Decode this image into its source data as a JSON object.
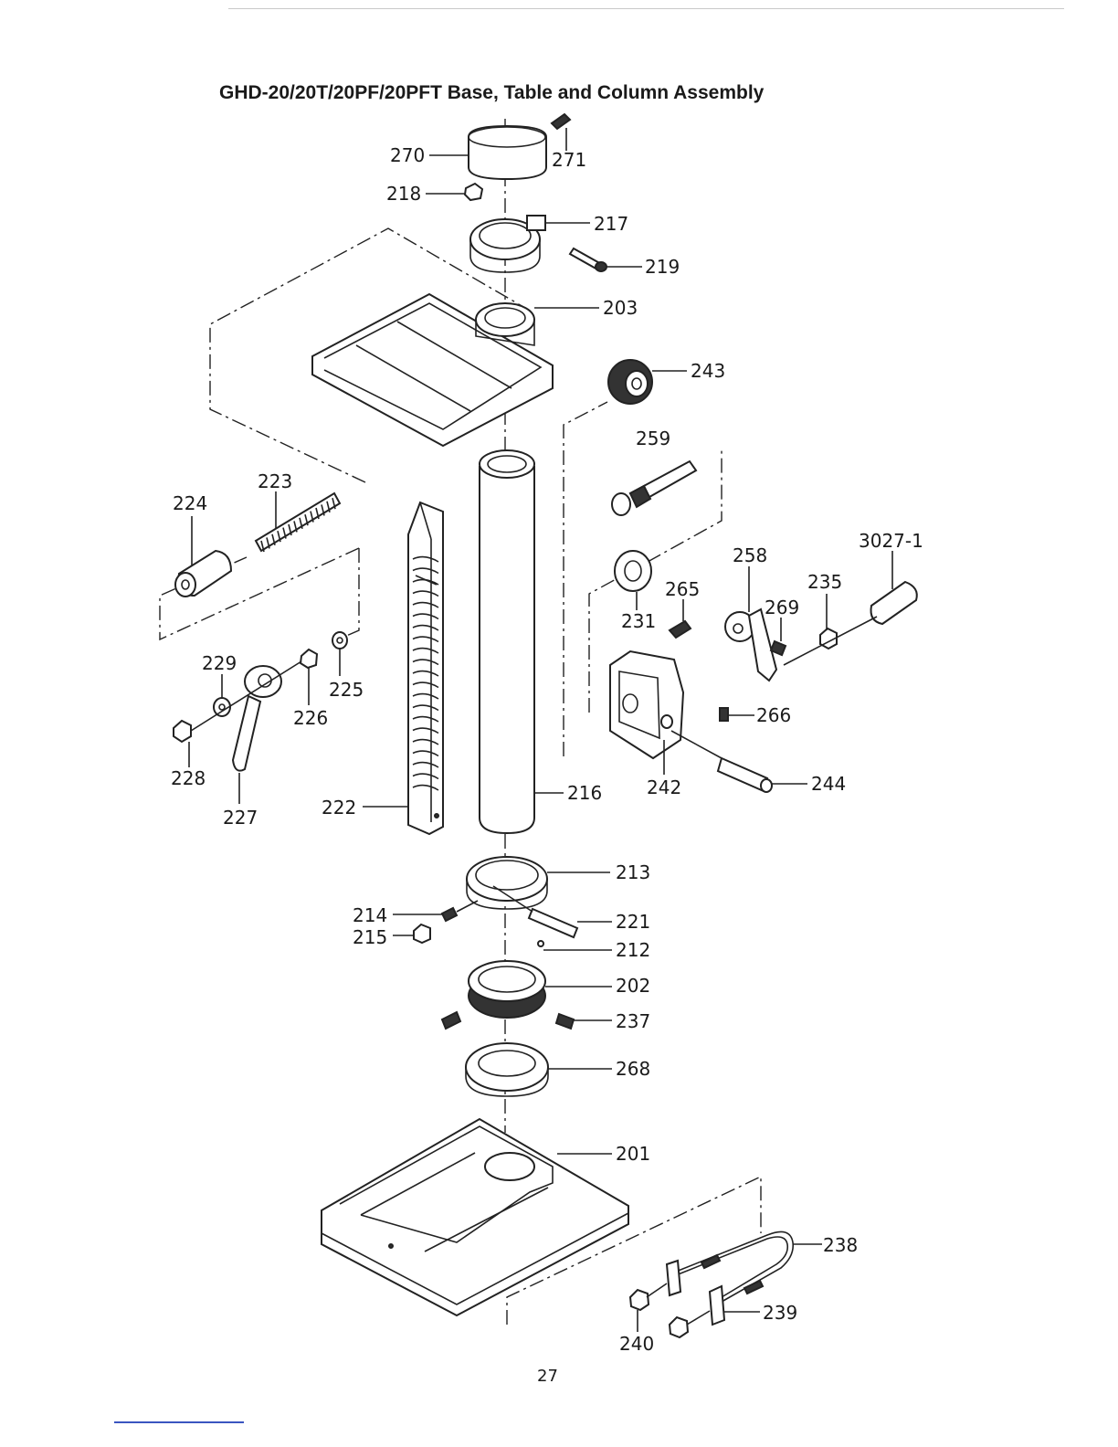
{
  "title": "GHD-20/20T/20PF/20PFT Base, Table and Column Assembly",
  "page_number": "27",
  "callouts": {
    "c201": "201",
    "c202": "202",
    "c203": "203",
    "c212": "212",
    "c213": "213",
    "c214": "214",
    "c215": "215",
    "c216": "216",
    "c217": "217",
    "c218": "218",
    "c219": "219",
    "c221": "221",
    "c222": "222",
    "c223": "223",
    "c224": "224",
    "c225": "225",
    "c226": "226",
    "c227": "227",
    "c228": "228",
    "c229": "229",
    "c231": "231",
    "c235": "235",
    "c237": "237",
    "c238": "238",
    "c239": "239",
    "c240": "240",
    "c242": "242",
    "c243": "243",
    "c244": "244",
    "c258": "258",
    "c259": "259",
    "c265": "265",
    "c266": "266",
    "c268": "268",
    "c269": "269",
    "c270": "270",
    "c271": "271",
    "c3027": "3027-1"
  }
}
